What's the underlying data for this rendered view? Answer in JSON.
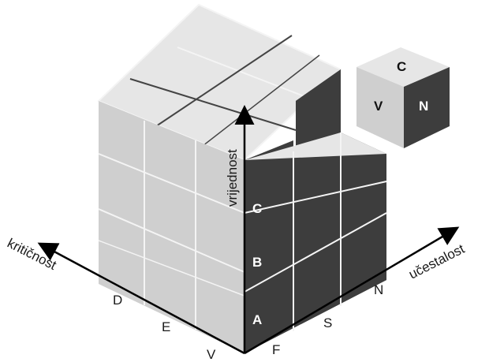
{
  "axes": {
    "vertical_label": "vrijednost",
    "left_label": "kritičnost",
    "right_label": "učestalost"
  },
  "vertical_levels": [
    "A",
    "B",
    "C"
  ],
  "left_levels": [
    "D",
    "E",
    "V"
  ],
  "right_levels": [
    "F",
    "S",
    "N"
  ],
  "legend_cube": {
    "top": "C",
    "left": "V",
    "right": "N"
  },
  "colors": {
    "top_face": "#e6e6e6",
    "left_face": "#cfcfcf",
    "right_face": "#3d3d3d",
    "edge": "#f4f4f4"
  }
}
